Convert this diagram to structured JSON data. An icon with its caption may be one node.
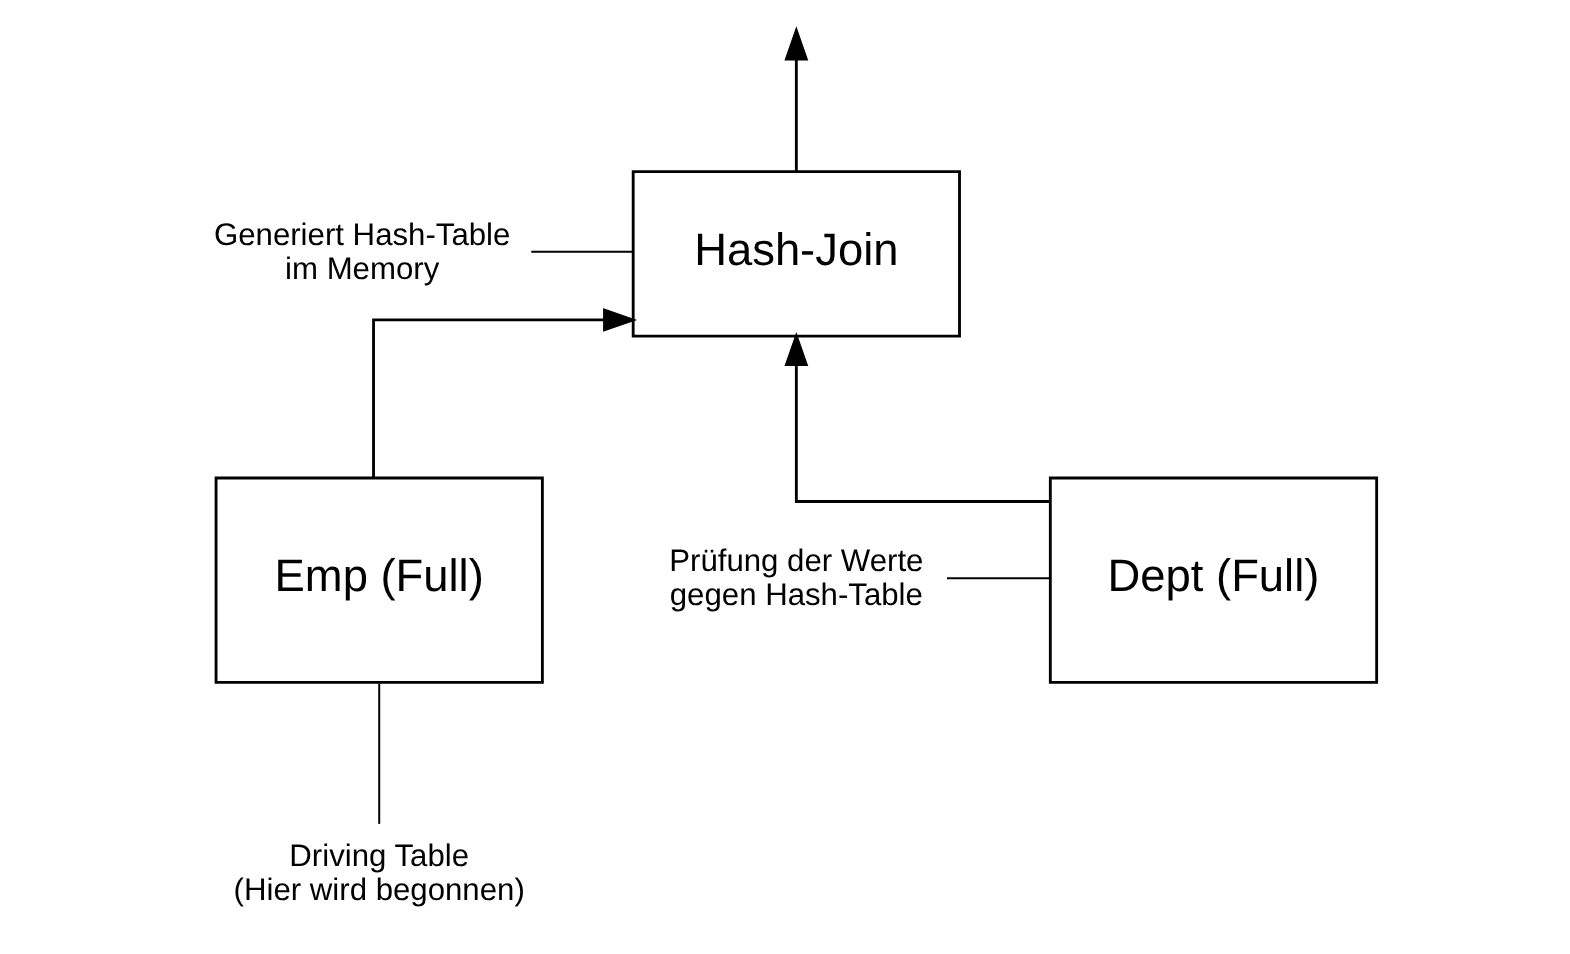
{
  "diagram": {
    "nodes": [
      {
        "text": [
          "Hash-Join"
        ]
      },
      {
        "text": [
          "Emp (Full)"
        ]
      },
      {
        "text": [
          "Dept (Full)"
        ]
      },
      {
        "text": [
          "Generiert Hash-Table im Memory"
        ]
      },
      {
        "text": [
          "Driving Table (Hier wird begonnen)"
        ]
      },
      {
        "text": [
          "Prüfung der Werte gegen Hash-Table"
        ]
      }
    ],
    "edges": [
      {
        "from": 0,
        "to": null,
        "arrow": "to"
      },
      {
        "from": 1,
        "to": 0,
        "arrow": "to"
      },
      {
        "from": 2,
        "to": 0,
        "arrow": "to"
      },
      {
        "from": 3,
        "to": 0,
        "arrow": "none"
      },
      {
        "from": 4,
        "to": 1,
        "arrow": "none"
      },
      {
        "from": 5,
        "to": 2,
        "arrow": "none"
      }
    ]
  }
}
